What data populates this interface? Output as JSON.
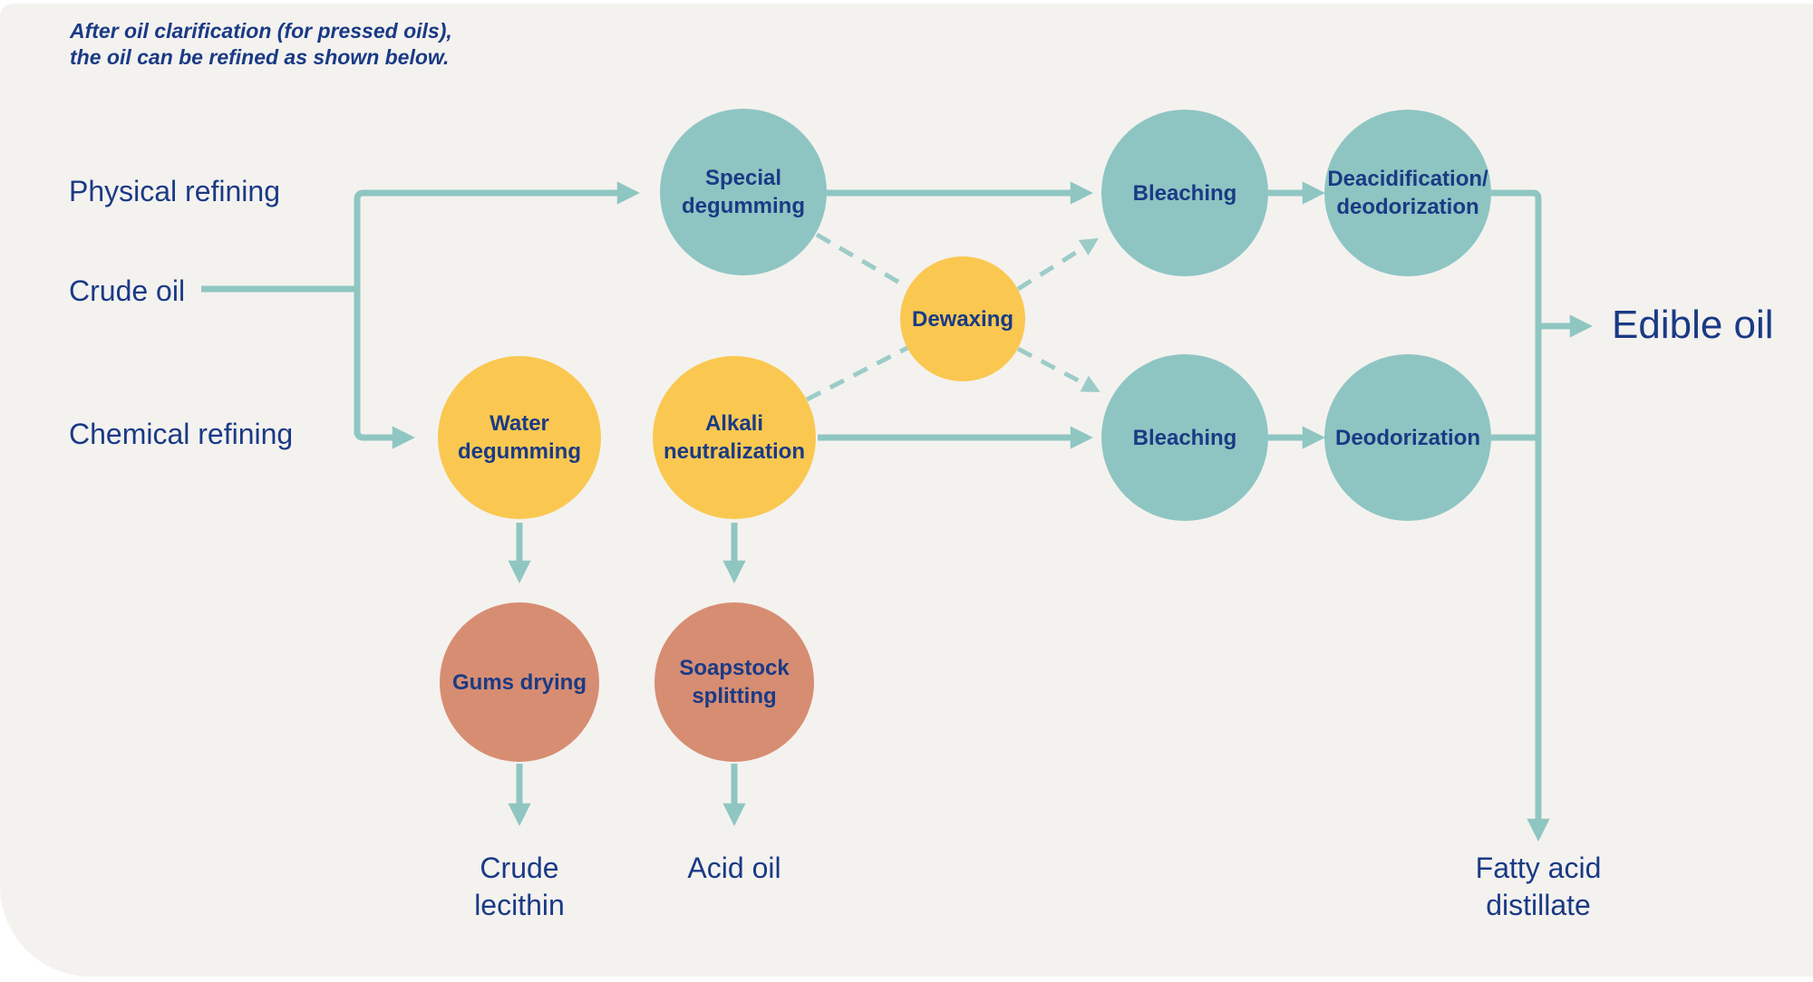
{
  "note": {
    "line1": "After oil clarification (for pressed oils),",
    "line2": "the oil can be refined as shown below."
  },
  "inputs": {
    "physical_refining": "Physical refining",
    "crude_oil": "Crude oil",
    "chemical_refining": "Chemical refining"
  },
  "nodes": {
    "special_degumming": {
      "label": "Special\ndegumming",
      "color": "teal"
    },
    "bleaching_physical": {
      "label": "Bleaching",
      "color": "teal"
    },
    "deacidification_deodorization": {
      "label": "Deacidification/\ndeodorization",
      "color": "teal"
    },
    "dewaxing": {
      "label": "Dewaxing",
      "color": "yellow"
    },
    "water_degumming": {
      "label": "Water\ndegumming",
      "color": "yellow"
    },
    "alkali_neutralization": {
      "label": "Alkali\nneutralization",
      "color": "yellow"
    },
    "bleaching_chemical": {
      "label": "Bleaching",
      "color": "teal"
    },
    "deodorization": {
      "label": "Deodorization",
      "color": "teal"
    },
    "gums_drying": {
      "label": "Gums drying",
      "color": "salmon"
    },
    "soapstock_splitting": {
      "label": "Soapstock\nsplitting",
      "color": "salmon"
    }
  },
  "outputs": {
    "edible_oil": "Edible oil",
    "crude_lecithin": "Crude\nlecithin",
    "acid_oil": "Acid oil",
    "fatty_acid_distillate": "Fatty acid\ndistillate"
  },
  "colors": {
    "teal": "#8ec5c2",
    "yellow": "#fac851",
    "salmon": "#d78d72",
    "navy": "#1a3a85",
    "card-bg": "#f4f2ef",
    "line": "#8fc6c2",
    "dashed-line": "#9cccc8"
  }
}
